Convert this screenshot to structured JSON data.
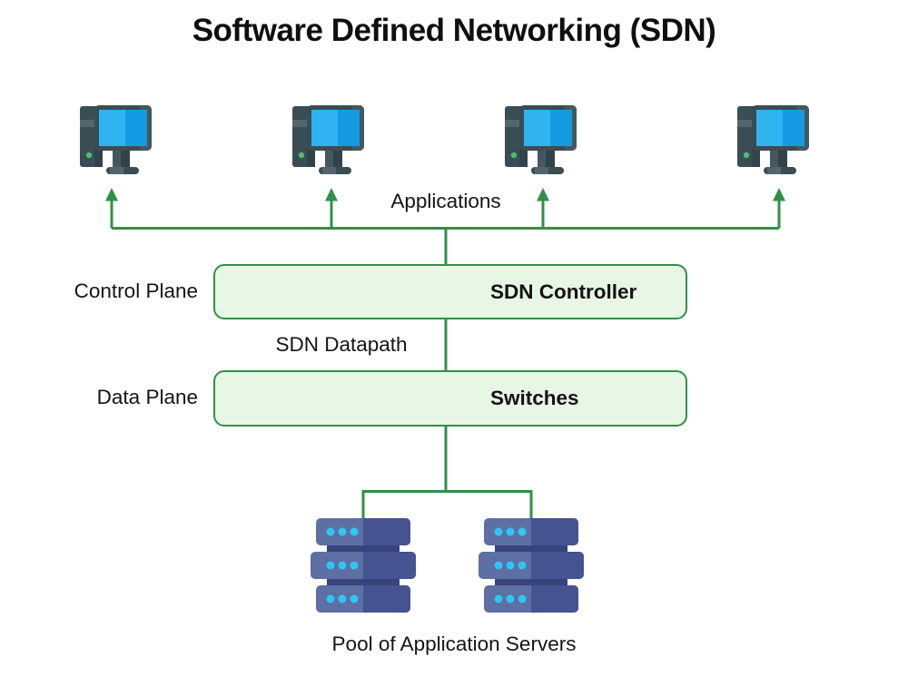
{
  "title": "Software Defined Networking (SDN)",
  "labels": {
    "applications": "Applications",
    "control_plane": "Control Plane",
    "sdn_controller": "SDN Controller",
    "sdn_datapath": "SDN Datapath",
    "data_plane": "Data Plane",
    "switches": "Switches",
    "pool_of_servers": "Pool of Application Servers"
  },
  "icons": {
    "computer": "desktop-computer-icon",
    "computer_count": 4,
    "server": "server-rack-icon",
    "server_count": 2
  },
  "colors": {
    "connector-green": "#2f9148",
    "box-fill": "#e8f6e5",
    "box-border": "#2f9148",
    "text-dark": "#141414",
    "pc-slate": "#3b4d54",
    "pc-slate-dark": "#324249",
    "pc-slate-mid": "#46585f",
    "pc-slate-light": "#53666e",
    "pc-screen-left": "#2fb4ef",
    "pc-screen-right": "#149be2",
    "pc-led": "#4dbd67",
    "server-light": "#5e6fa4",
    "server-dark": "#455391",
    "server-band": "#39437b",
    "server-dot": "#2fc6f2"
  }
}
